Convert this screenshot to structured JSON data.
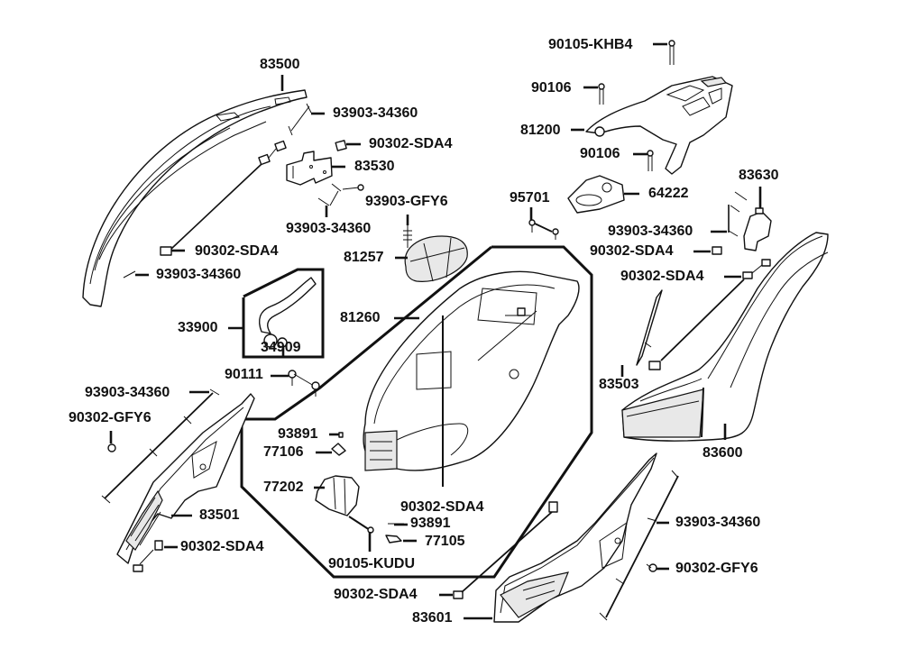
{
  "diagram": {
    "type": "exploded-parts-diagram",
    "subject": "scooter rear body covers / luggage box / rear carrier",
    "background_color": "#ffffff",
    "line_color": "#111111"
  },
  "labels": {
    "p83500": "83500",
    "p93903_a": "93903-34360",
    "p90302_sda4_a": "90302-SDA4",
    "p83530": "83530",
    "p93903_gfy6": "93903-GFY6",
    "p93903_b": "93903-34360",
    "p90302_sda4_b": "90302-SDA4",
    "p93903_c": "93903-34360",
    "p81257": "81257",
    "p33900": "33900",
    "p34909": "34909",
    "p81260": "81260",
    "p90111": "90111",
    "p93903_d": "93903-34360",
    "p90302_gfy6_a": "90302-GFY6",
    "p93891_a": "93891",
    "p77106": "77106",
    "p77202": "77202",
    "p83501": "83501",
    "p90302_sda4_c": "90302-SDA4",
    "p90302_sda4_d": "90302-SDA4",
    "p93891_b": "93891",
    "p77105": "77105",
    "p90105_kudu": "90105-KUDU",
    "p90105_khb4": "90105-KHB4",
    "p90106_a": "90106",
    "p81200": "81200",
    "p90106_b": "90106",
    "p95701": "95701",
    "p64222": "64222",
    "p83630": "83630",
    "p93903_e": "93903-34360",
    "p90302_sda4_e": "90302-SDA4",
    "p90302_sda4_f": "90302-SDA4",
    "p83503": "83503",
    "p83600": "83600",
    "p93903_f": "93903-34360",
    "p90302_gfy6_b": "90302-GFY6",
    "p90302_sda4_g": "90302-SDA4",
    "p83601": "83601"
  }
}
